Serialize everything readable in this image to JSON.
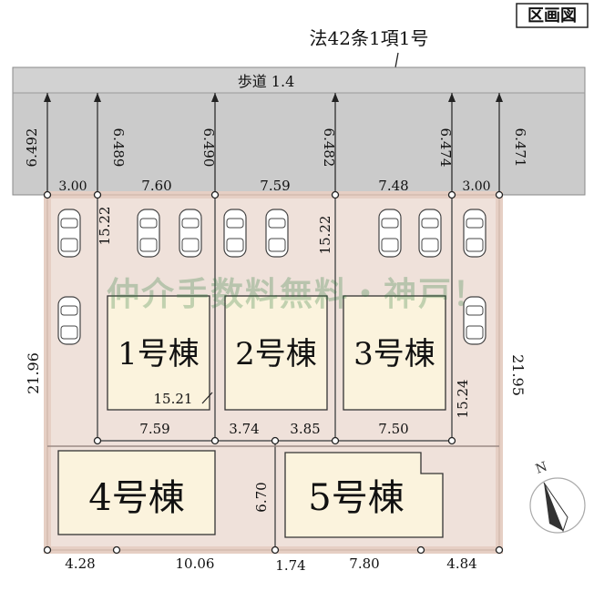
{
  "title_box": "区画図",
  "road_law": "法42条1項1号",
  "sidewalk": "歩道 1.4",
  "road_widths": [
    "6.492",
    "6.489",
    "6.490",
    "6.482",
    "6.474",
    "6.471"
  ],
  "frontage": [
    "3.00",
    "7.60",
    "7.59",
    "7.48",
    "3.00"
  ],
  "depth_left": "21.96",
  "depth_right": "21.95",
  "lot_depths": [
    "15.22",
    "15.22",
    "15.21",
    "15.24"
  ],
  "mid_widths": [
    "7.59",
    "3.74",
    "3.85",
    "7.50"
  ],
  "bottom_widths": [
    "4.28",
    "10.06",
    "1.74",
    "7.80",
    "4.84"
  ],
  "lot5_depth": "6.70",
  "watermark": "仲介手数料無料・神戸！",
  "lots": [
    "1号棟",
    "2号棟",
    "3号棟",
    "4号棟",
    "5号棟"
  ],
  "north": "N",
  "colors": {
    "lot_fill": "#fbf3dd",
    "road_fill": "#cdcdcd",
    "boundary": "#e8d7cf",
    "watermark": "#2a7a3a"
  }
}
